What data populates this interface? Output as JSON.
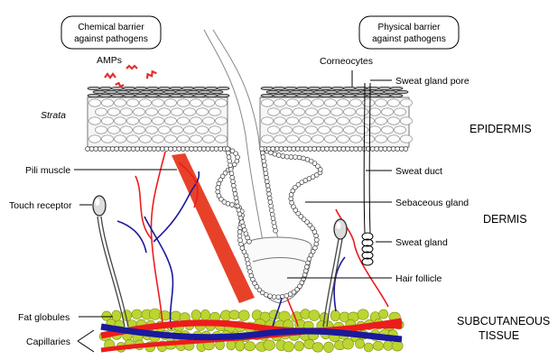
{
  "callouts": {
    "chemical": [
      "Chemical barrier",
      "against pathogens"
    ],
    "physical": [
      "Physical barrier",
      "against pathogens"
    ]
  },
  "labels": {
    "amps": "AMPs",
    "corneocytes": "Corneocytes",
    "strata": "Strata",
    "pili_muscle": "Pili muscle",
    "touch_receptor": "Touch receptor",
    "fat_globules": "Fat globules",
    "capillaries": "Capillaries",
    "sweat_gland_pore": "Sweat gland pore",
    "sweat_duct": "Sweat duct",
    "sebaceous_gland": "Sebaceous gland",
    "sweat_gland": "Sweat gland",
    "hair_follicle": "Hair follicle"
  },
  "layers": {
    "epidermis": "EPIDERMIS",
    "dermis": "DERMIS",
    "subcutaneous": [
      "SUBCUTANEOUS",
      "TISSUE"
    ]
  },
  "colors": {
    "vessel_red": "#ee1c1c",
    "vessel_blue": "#1a1a9c",
    "muscle": "#e8412a",
    "fat": "#bcd531",
    "fat_stroke": "#7a8c14",
    "amp": "#e23030"
  }
}
